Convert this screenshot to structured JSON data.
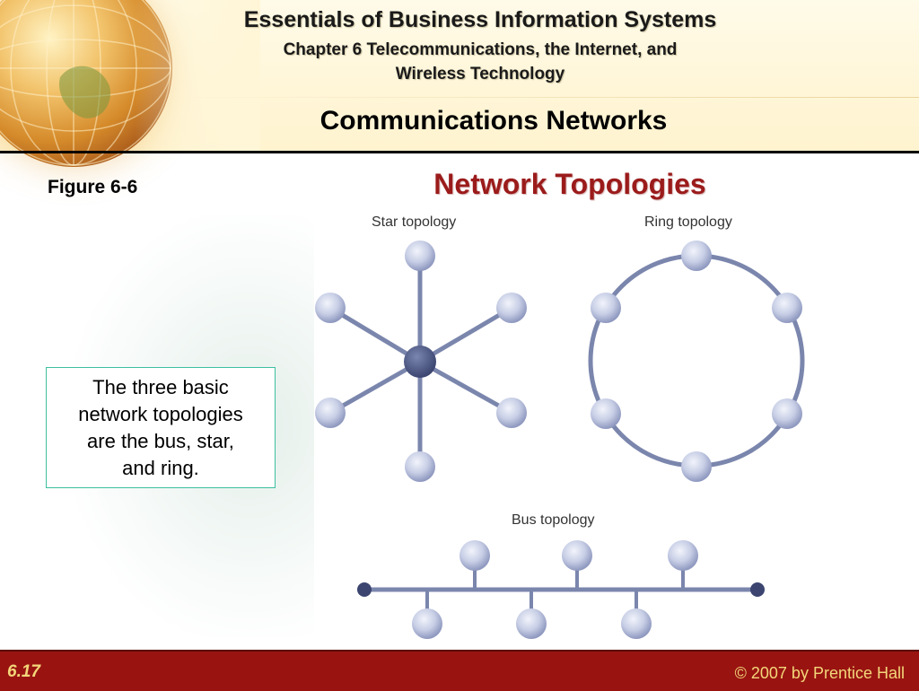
{
  "header": {
    "title": "Essentials of Business Information Systems",
    "chapter_line1": "Chapter 6 Telecommunications, the Internet, and",
    "chapter_line2": "Wireless Technology",
    "section_title": "Communications Networks"
  },
  "slide": {
    "figure_label": "Figure 6-6",
    "figure_title": "Network Topologies",
    "callout_lines": [
      "The three basic",
      "network topologies",
      "are the bus, star,",
      "and ring."
    ]
  },
  "diagram": {
    "star_label": "Star topology",
    "ring_label": "Ring topology",
    "bus_label": "Bus topology",
    "node_color": "#c8cfe6",
    "hub_color": "#4d5a86",
    "line_color": "#7b86ad"
  },
  "footer": {
    "slide_number": "6.17",
    "copyright": "© 2007 by Prentice Hall"
  },
  "colors": {
    "footer_bg": "#991411",
    "footer_text": "#f3d77a",
    "figure_title": "#9b1b1b",
    "callout_border": "#3dbfa0"
  }
}
